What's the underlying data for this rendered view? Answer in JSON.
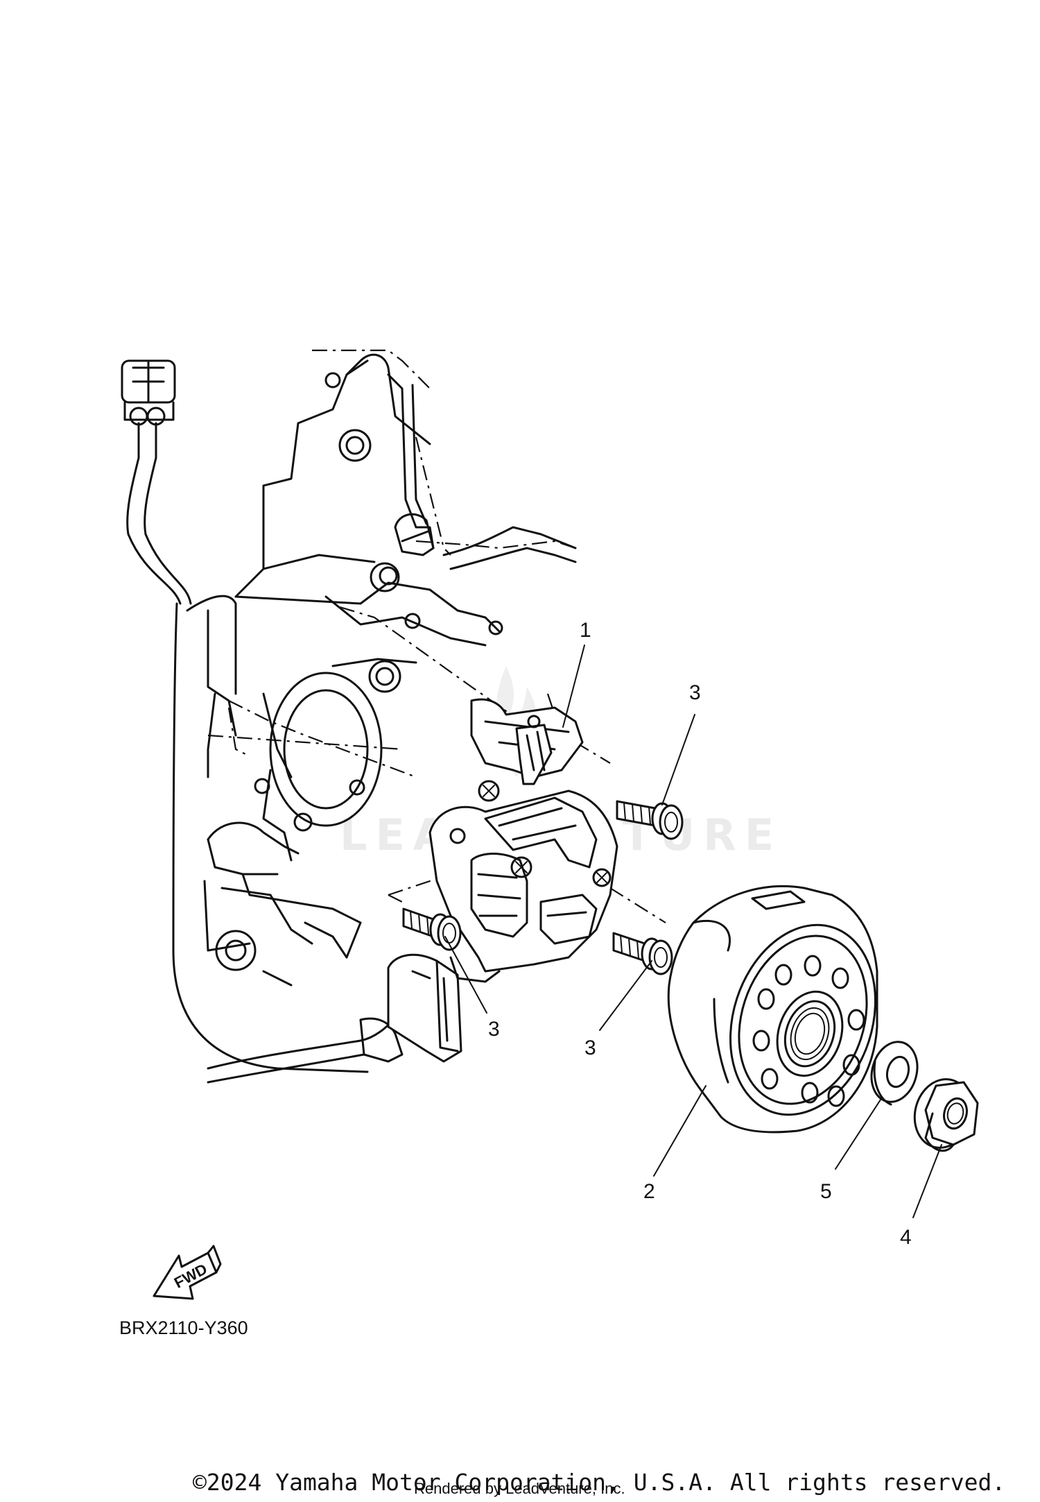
{
  "callouts": [
    {
      "label": "1"
    },
    {
      "label": "2"
    },
    {
      "label": "3"
    },
    {
      "label": "3"
    },
    {
      "label": "3"
    },
    {
      "label": "4"
    },
    {
      "label": "5"
    }
  ],
  "fwd_indicator": {
    "label": "FWD"
  },
  "diagram_code": "BRX2110-Y360",
  "watermark": "LEADVENTURE",
  "footer": {
    "copyright": "©2024 Yamaha Motor Corporation, U.S.A. All rights reserved.",
    "rendered_by": "Rendered by LeadVenture, Inc."
  }
}
